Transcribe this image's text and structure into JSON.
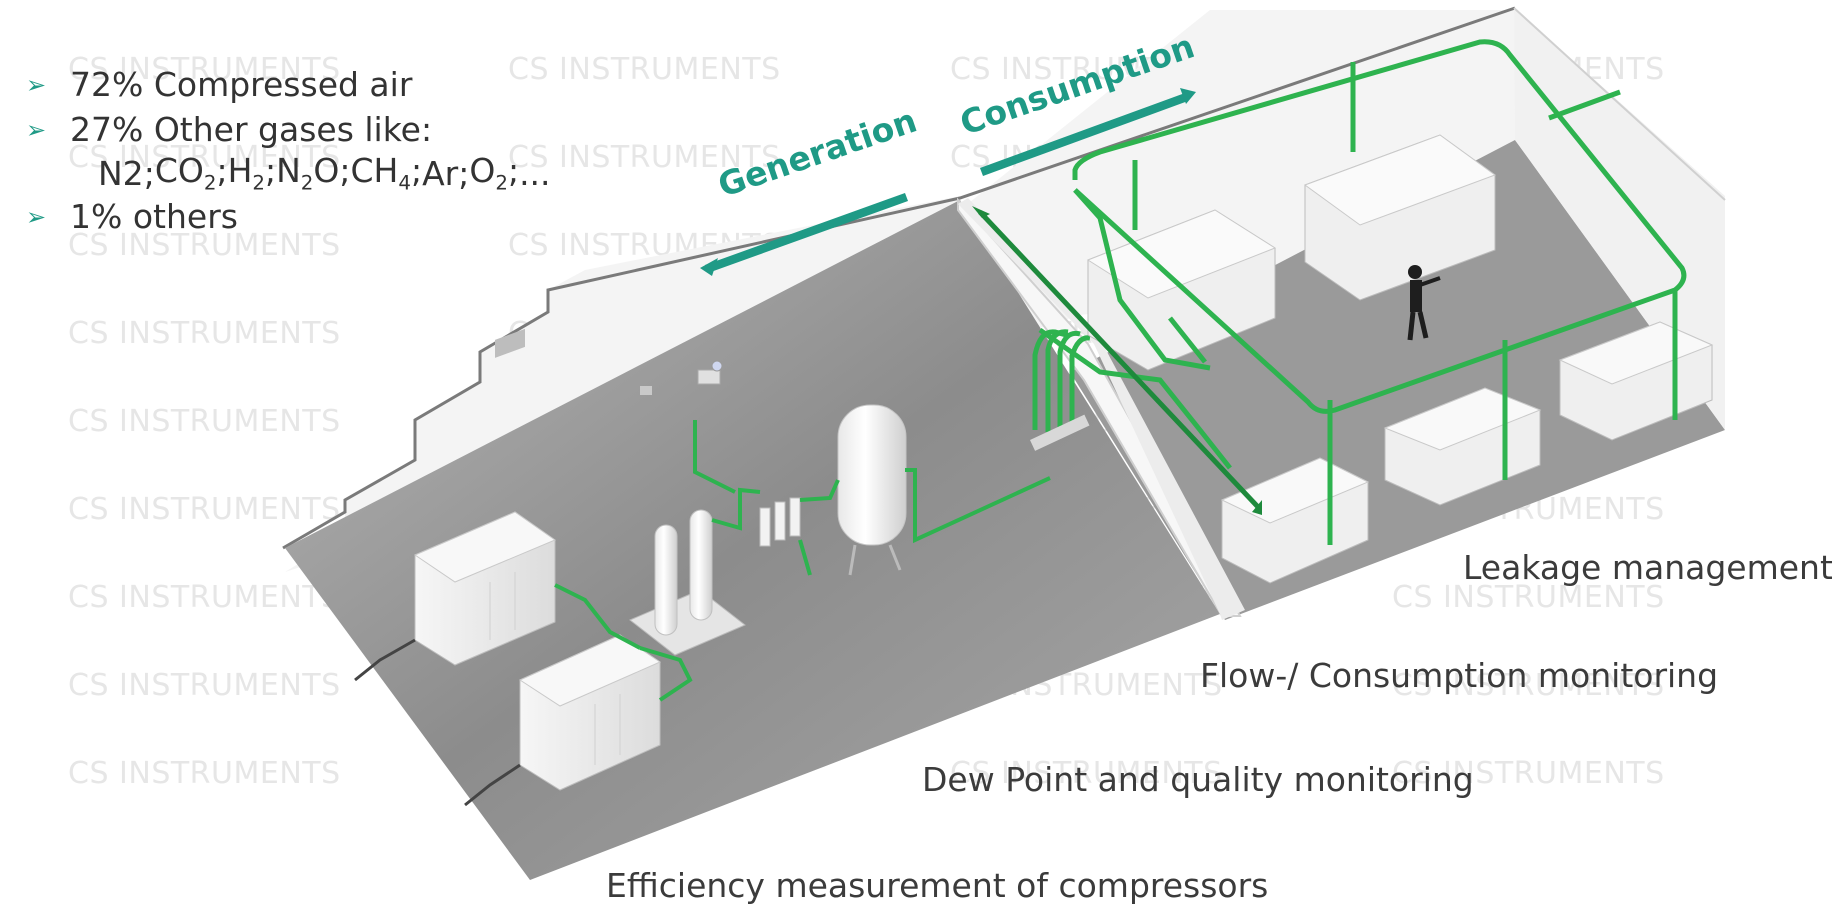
{
  "watermark": {
    "text": "CS INSTRUMENTS"
  },
  "bullets": {
    "item1": "72% Compressed air",
    "item2": "27% Other gases like:",
    "gases": [
      {
        "base": "N2",
        "sub": ""
      },
      {
        "base": "CO",
        "sub": "2"
      },
      {
        "base": "H",
        "sub": "2"
      },
      {
        "base": "N",
        "sub": "2",
        "tail": "O"
      },
      {
        "base": "CH",
        "sub": "4"
      },
      {
        "base": "Ar",
        "sub": ""
      },
      {
        "base": "O",
        "sub": "2"
      }
    ],
    "gases_end": "...",
    "item3": "1% others"
  },
  "flow_labels": {
    "generation": "Generation",
    "consumption": "Consumption"
  },
  "labels": {
    "leakage": "Leakage management",
    "flow": "Flow-/ Consumption monitoring",
    "dewpoint": "Dew Point and quality monitoring",
    "efficiency": "Efficiency measurement of compressors"
  },
  "colors": {
    "accent": "#1f9a86",
    "pipe": "#2eb34f",
    "floor": "#8f8f8f",
    "wall": "#f3f3f3"
  }
}
